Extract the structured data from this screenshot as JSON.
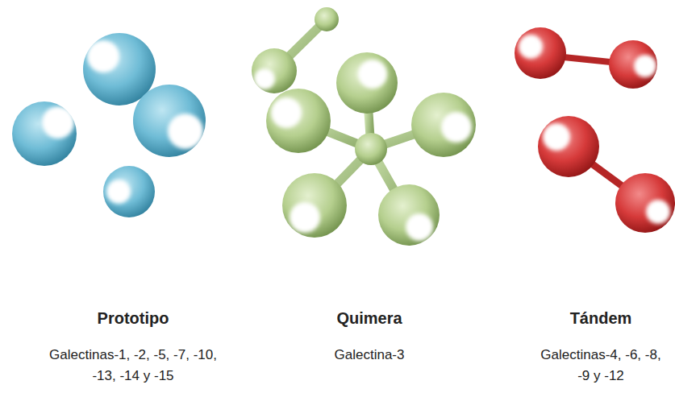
{
  "diagram": {
    "labels": [
      "Prototipo",
      "Galectinas-1, -2, -5, -7, -10, -13, -14 y -15",
      "Quimera",
      "Galectina-3",
      "Tándem",
      "Galectinas-4, -6, -8, -9 y -12"
    ]
  }
}
